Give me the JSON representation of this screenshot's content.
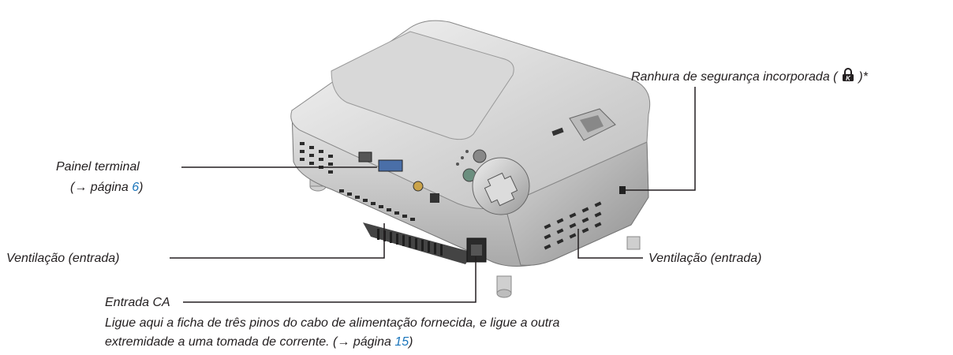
{
  "labels": {
    "security_slot": "Ranhura de segurança incorporada (",
    "security_slot_end": ")*",
    "terminal_panel": "Painel terminal",
    "terminal_panel_ref_prefix": "(→ página ",
    "terminal_panel_ref_page": "6",
    "terminal_panel_ref_suffix": ")",
    "vent_left": "Ventilação (entrada)",
    "vent_right": "Ventilação (entrada)",
    "ac_input": "Entrada CA",
    "ac_desc_line1": "Ligue aqui a ficha de três pinos do cabo de alimentação fornecida, e ligue a outra",
    "ac_desc_line2_prefix": "extremidade a uma tomada de corrente. (→ página ",
    "ac_desc_line2_page": "15",
    "ac_desc_line2_suffix": ")"
  },
  "colors": {
    "text": "#231f20",
    "link": "#1a75bb",
    "leader_line": "#231f20"
  },
  "icons": {
    "security": "kensington-lock-icon"
  }
}
